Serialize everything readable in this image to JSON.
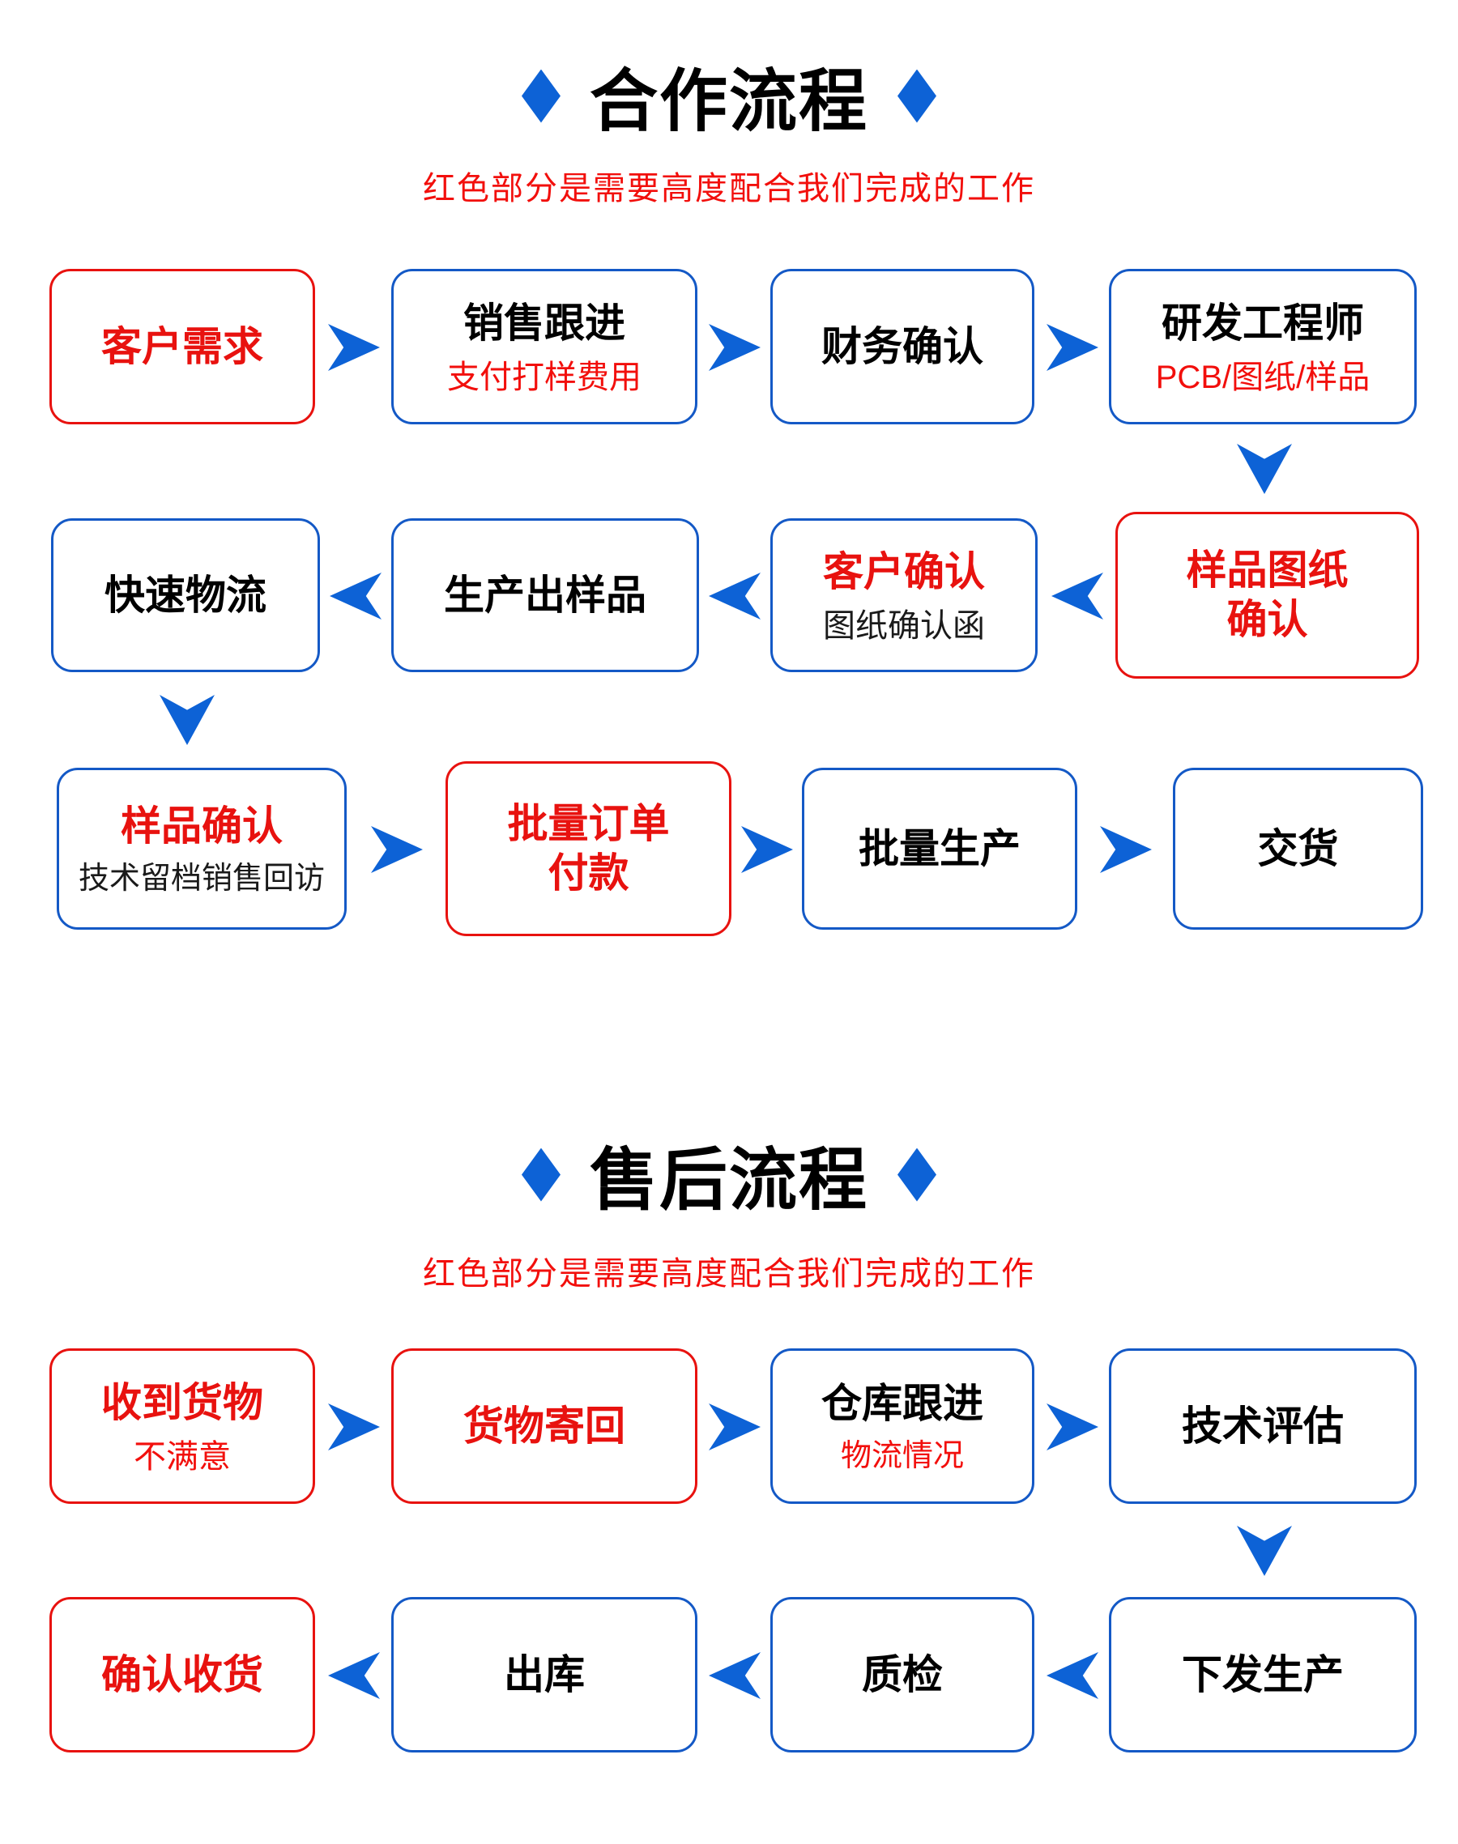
{
  "palette": {
    "arrow_blue": "#0d62d6",
    "border_blue": "#1459c6",
    "red": "#e8120f",
    "subtitle_red": "#f20f0c",
    "text_black": "#000000"
  },
  "s1": {
    "title": "合作流程",
    "subtitle": "红色部分是需要高度配合我们完成的工作",
    "customer_demand": {
      "title": "客户需求"
    },
    "sales_follow": {
      "title": "销售跟进",
      "subtitle": "支付打样费用"
    },
    "finance_confirm": {
      "title": "财务确认"
    },
    "rd_engineer": {
      "title": "研发工程师",
      "subtitle": "PCB/图纸/样品"
    },
    "fast_logistics": {
      "title": "快速物流"
    },
    "produce_sample": {
      "title": "生产出样品"
    },
    "customer_confirm": {
      "title": "客户确认",
      "subtitle": "图纸确认函"
    },
    "sample_drawing_confirm": {
      "title": "样品图纸\n确认"
    },
    "sample_confirm": {
      "title": "样品确认",
      "subtitle": "技术留档销售回访"
    },
    "bulk_order_payment": {
      "title": "批量订单\n付款"
    },
    "bulk_production": {
      "title": "批量生产"
    },
    "delivery": {
      "title": "交货"
    }
  },
  "s2": {
    "title": "售后流程",
    "subtitle": "红色部分是需要高度配合我们完成的工作",
    "receive_goods": {
      "title": "收到货物",
      "subtitle": "不满意"
    },
    "return_goods": {
      "title": "货物寄回"
    },
    "warehouse_follow": {
      "title": "仓库跟进",
      "subtitle": "物流情况"
    },
    "tech_evaluation": {
      "title": "技术评估"
    },
    "issue_production": {
      "title": "下发生产"
    },
    "quality_check": {
      "title": "质检"
    },
    "outbound": {
      "title": "出库"
    },
    "confirm_receipt": {
      "title": "确认收货"
    }
  }
}
